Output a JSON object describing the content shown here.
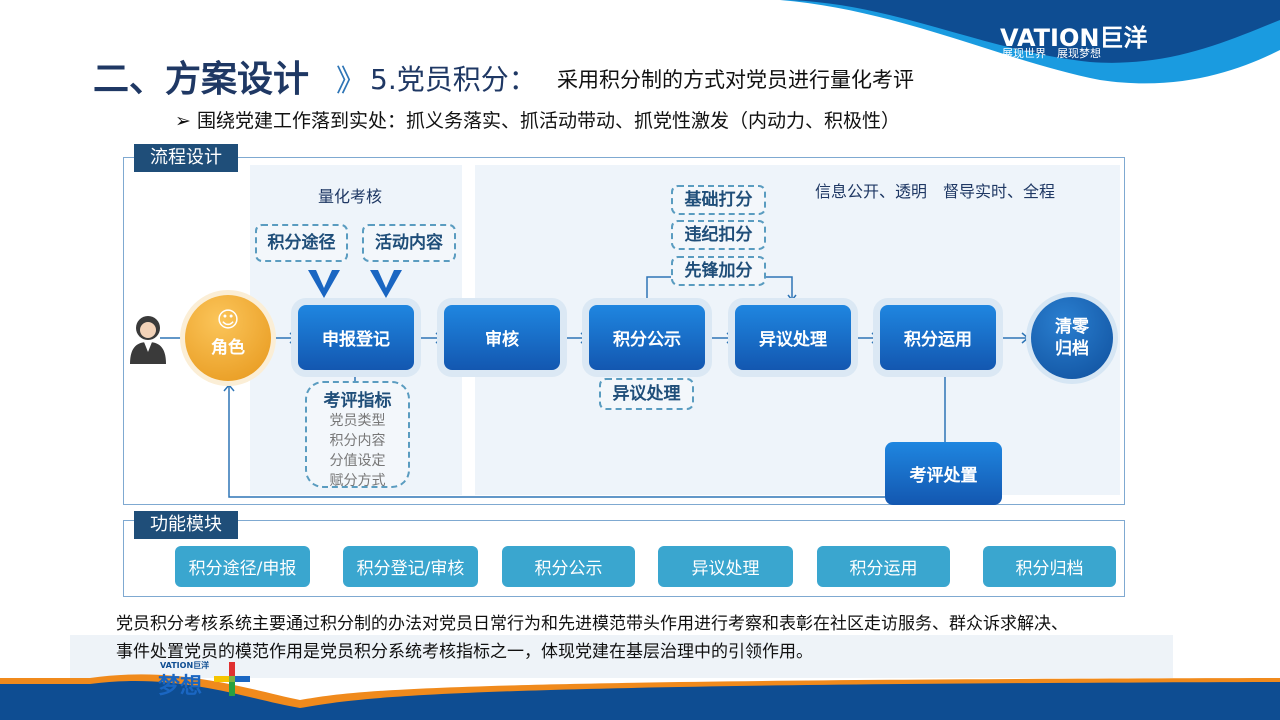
{
  "header": {
    "title": "二、方案设计",
    "chevron": "》",
    "section": "5.党员积分：",
    "subtitle": "采用积分制的方式对党员进行量化考评",
    "brand": "VATION巨洋",
    "brand_slogan": "展现世界　展现梦想"
  },
  "bullet": "➢  围绕党建工作落到实处：抓义务落实、抓活动带动、抓党性激发（内动力、积极性）",
  "flow": {
    "label": "流程设计",
    "quant_title": "量化考核",
    "inputs": [
      "积分途径",
      "活动内容"
    ],
    "role": "角色",
    "steps": [
      "申报登记",
      "审核",
      "积分公示",
      "异议处理",
      "积分运用"
    ],
    "end": [
      "清零",
      "归档"
    ],
    "indicator": {
      "title": "考评指标",
      "items": [
        "党员类型",
        "积分内容",
        "分值设定",
        "赋分方式"
      ]
    },
    "publish_note": "异议处理",
    "scores": [
      "基础打分",
      "违纪扣分",
      "先锋加分"
    ],
    "info": "信息公开、透明　督导实时、全程",
    "eval": "考评处置"
  },
  "modules": {
    "label": "功能模块",
    "items": [
      "积分途径/申报",
      "积分登记/审核",
      "积分公示",
      "异议处理",
      "积分运用",
      "积分归档"
    ]
  },
  "description": [
    "党员积分考核系统主要通过积分制的办法对党员日常行为和先进模范带头作用进行考察和表彰在社区走访服务、群众诉求解决、",
    "事件处置党员的模范作用是党员积分系统考核指标之一，体现党建在基层治理中的引领作用。"
  ],
  "footer": {
    "logo_brand": "VATION巨洋",
    "logo_text": "梦想"
  },
  "colors": {
    "navy": "#1f3864",
    "blue": "#1867c4",
    "teal": "#3aa6cf",
    "orange": "#f0a020"
  }
}
